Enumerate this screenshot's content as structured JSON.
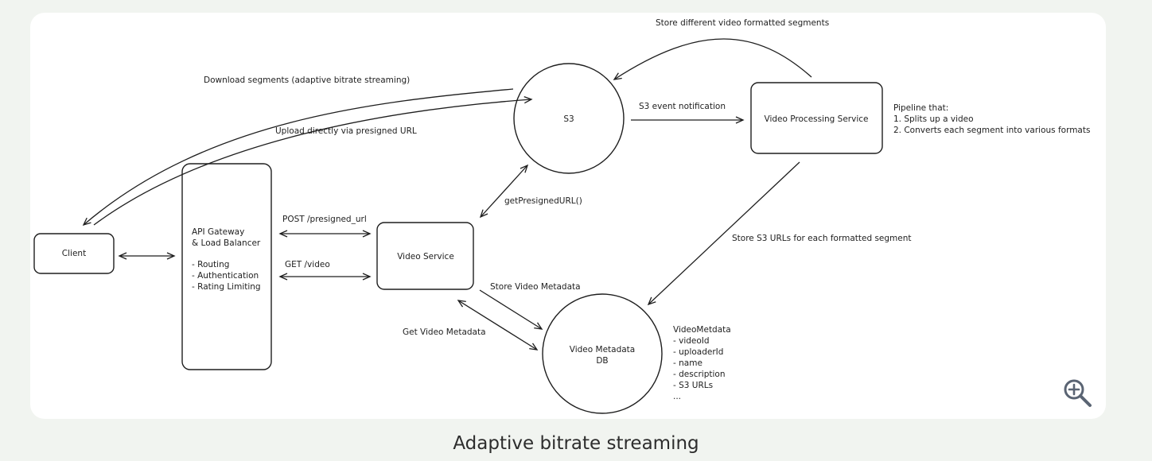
{
  "caption": "Adaptive bitrate streaming",
  "nodes": {
    "client": "Client",
    "gateway_line1": "API Gateway",
    "gateway_line2": "& Load Balancer",
    "gateway_items": [
      "- Routing",
      "- Authentication",
      "- Rating Limiting"
    ],
    "s3": "S3",
    "video_processing": "Video Processing Service",
    "video_service": "Video Service",
    "metadata_db_line1": "Video Metadata",
    "metadata_db_line2": "DB"
  },
  "edges": {
    "download_segments": "Download segments (adaptive bitrate streaming)",
    "upload_direct": "Upload directly via presigned URL",
    "store_formatted_segments": "Store different video formatted segments",
    "s3_event": "S3 event notification",
    "post_presigned": "POST /presigned_url",
    "get_video": "GET /video",
    "get_presigned": "getPresignedURL()",
    "store_s3_urls": "Store S3 URLs for each formatted segment",
    "store_metadata": "Store Video Metadata",
    "get_metadata": "Get Video Metadata"
  },
  "notes": {
    "pipeline_title": "Pipeline that:",
    "pipeline_items": [
      "1. Splits up a video",
      "2. Converts each segment into various formats"
    ],
    "metadata_title": "VideoMetdata",
    "metadata_fields": [
      "- videoId",
      "- uploaderId",
      "- name",
      "- description",
      "- S3 URLs",
      "..."
    ]
  },
  "icons": {
    "zoom": "zoom-in-icon"
  },
  "colors": {
    "page_bg": "#f1f4f0",
    "card_bg": "#ffffff",
    "ink": "#1e1e1e",
    "zoom_icon": "#5a6473"
  }
}
